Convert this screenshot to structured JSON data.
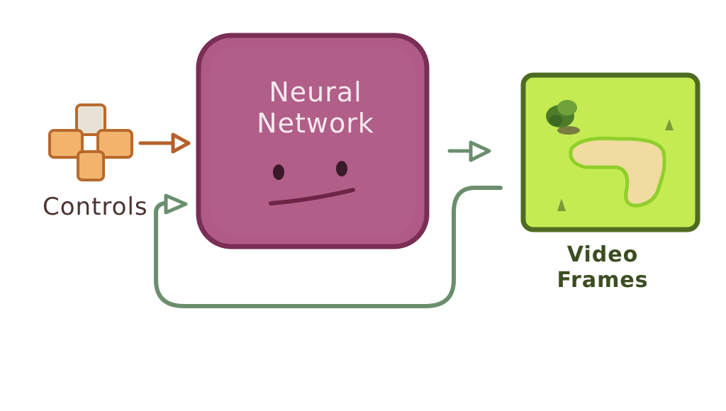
{
  "diagram": {
    "controls": {
      "label": "Controls",
      "icon": "dpad-icon"
    },
    "neural_network": {
      "line1": "Neural",
      "line2": "Network",
      "icon": "smiley-face-icon"
    },
    "video_frames": {
      "line1": "Video",
      "line2": "Frames",
      "icon": "game-frame-icon"
    }
  },
  "colors": {
    "network_fill": "#b05a86",
    "network_border": "#7a2e55",
    "dpad_fill": "#f2b36d",
    "dpad_up": "#e8e2d6",
    "dpad_border": "#b86a2c",
    "arrow_orange": "#b5602b",
    "arrow_green": "#6b8f6e",
    "frame_fill": "#c4ec52",
    "frame_border": "#4f6b21",
    "sand": "#f0dca0"
  }
}
